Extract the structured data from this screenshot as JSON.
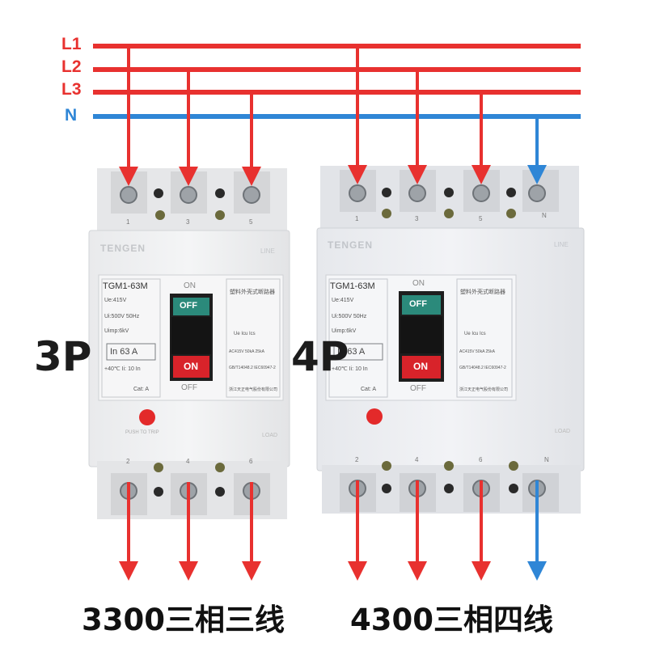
{
  "wires": {
    "l1_label": "L1",
    "l2_label": "L2",
    "l3_label": "L3",
    "n_label": "N",
    "phase_color": "#e8312f",
    "neutral_color": "#2f86d6"
  },
  "breaker_3p": {
    "type_label": "3P",
    "brand": "TENGEN",
    "model": "TGM1-63M",
    "line_mark": "LINE",
    "load_mark": "LOAD",
    "on_mark": "ON",
    "off_mark": "OFF",
    "off_button": "OFF",
    "on_button": "ON",
    "rating": "In 63 A",
    "spec_ue": "Ue:415V",
    "spec_ui": "Ui:500V  50Hz",
    "spec_uimp": "Uimp:6kV",
    "temp": "+40℃   Ii: 10 In",
    "category": "Cat: A",
    "product_name": "塑料外壳式断路器",
    "col_headers": "Ue    Icu    Ics",
    "col_values": "AC415V  50kA  25kA",
    "standard": "GB/T14048.2  IEC60947-2",
    "maker": "浙江天正电气股份有限公司",
    "push_to_trip": "PUSH TO TRIP",
    "top_terminals": [
      "1",
      "3",
      "5"
    ],
    "bottom_terminals": [
      "2",
      "4",
      "6"
    ],
    "caption": "3300三相三线"
  },
  "breaker_4p": {
    "type_label": "4P",
    "brand": "TENGEN",
    "model": "TGM1-63M",
    "line_mark": "LINE",
    "load_mark": "LOAD",
    "on_mark": "ON",
    "off_mark": "OFF",
    "off_button": "OFF",
    "on_button": "ON",
    "rating": "In 63 A",
    "spec_ue": "Ue:415V",
    "spec_ui": "Ui:500V  50Hz",
    "spec_uimp": "Uimp:6kV",
    "temp": "+40℃   Ii: 10 In",
    "category": "Cat: A",
    "product_name": "塑料外壳式断路器",
    "col_headers": "Ue    Icu    Ics",
    "col_values": "AC415V  50kA  25kA",
    "standard": "GB/T14048.2  IEC60947-2",
    "maker": "浙江天正电气股份有限公司",
    "top_terminals": [
      "1",
      "3",
      "5",
      "N"
    ],
    "bottom_terminals": [
      "2",
      "4",
      "6",
      "N"
    ],
    "caption": "4300三相四线"
  }
}
